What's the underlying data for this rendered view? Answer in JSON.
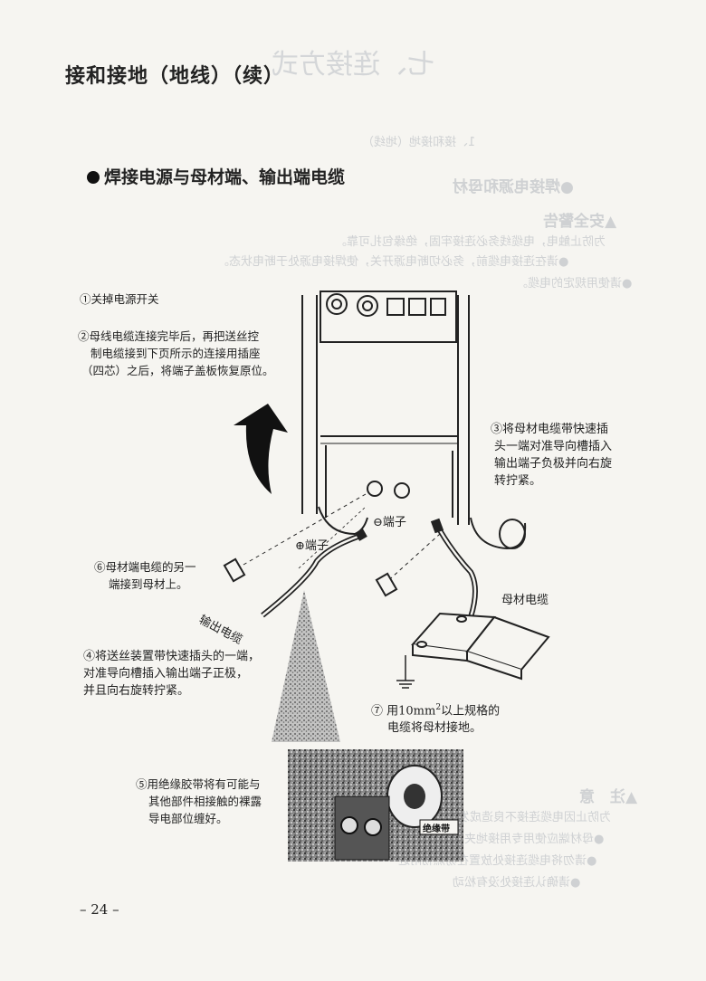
{
  "page_title": "接和接地（地线）（续）",
  "section_title": "焊接电源与母材端、输出端电缆",
  "steps": {
    "s1": "①关掉电源开关",
    "s2": [
      "②母线电缆连接完毕后，再把送丝控",
      "制电缆接到下页所示的连接用插座",
      "（四芯）之后，将端子盖板恢复原位。"
    ],
    "s3": [
      "③将母材电缆带快速插",
      "头一端对准导向槽插入",
      "输出端子负极并向右旋",
      "转拧紧。"
    ],
    "s4": [
      "④将送丝装置带快速插头的一端，",
      "对准导向槽插入输出端子正极，",
      "并且向右旋转拧紧。"
    ],
    "s5": [
      "⑤用绝缘胶带将有可能与",
      "其他部件相接触的裸露",
      "导电部位缠好。"
    ],
    "s6": [
      "⑥母材端电缆的另一",
      "端接到母材上。"
    ],
    "s7_prefix": "⑦ 用10mm",
    "s7_sup": "2",
    "s7_suffix": "以上规格的",
    "s7_line2": "电缆将母材接地。"
  },
  "labels": {
    "terminal_plus": "⊕端子",
    "terminal_minus": "⊖端子",
    "output_cable": "输出电缆",
    "base_cable": "母材电缆",
    "tape": "绝缘带"
  },
  "page_number": "– 24 –",
  "bleed_through": {
    "heading": "七、连接方式",
    "sub1": "1、接和接地（地线）",
    "sub2": "●焊接电源和母材",
    "safety": "▲安全警告",
    "lines": [
      "为防止触电，电缆线务必连接牢固，绝缘包扎可靠。",
      "●请在连接电缆前，务必切断电源开关，使焊接电源处于断电状态。",
      "●请使用规定的电缆。"
    ],
    "note": "▲注　意",
    "note_lines": [
      "为防止因电缆连接不良造成发热：",
      "●母材端应使用专用接地夹具",
      "●请勿将电缆连接处放置在易燃物附近",
      "●请确认连接处没有松动"
    ]
  }
}
